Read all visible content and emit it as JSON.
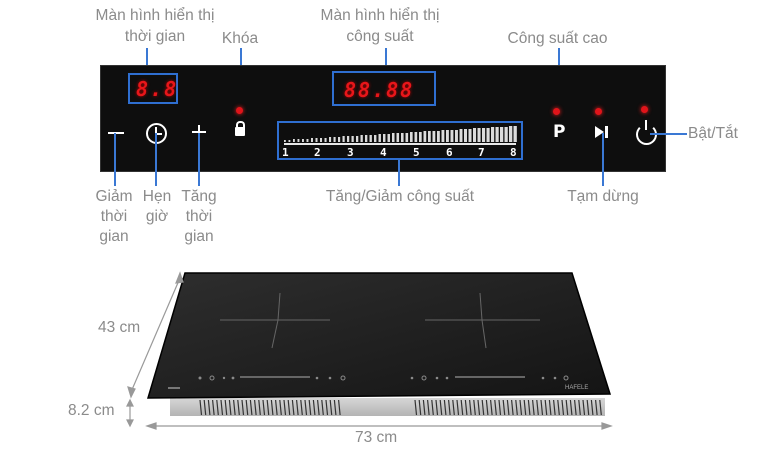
{
  "callouts": {
    "time_display": [
      "Màn hình hiển thị",
      "thời gian"
    ],
    "lock": "Khóa",
    "power_display": [
      "Màn hình hiển thị",
      "công suất"
    ],
    "boost": "Công suất cao",
    "on_off": "Bật/Tắt",
    "decrease_time": [
      "Giảm",
      "thời",
      "gian"
    ],
    "timer": [
      "Hẹn",
      "giờ"
    ],
    "increase_time": [
      "Tăng",
      "thời",
      "gian"
    ],
    "power_slider": "Tăng/Giảm công suất",
    "pause": "Tạm dừng"
  },
  "panel": {
    "time_digits": "8.8",
    "power_digits": "88.88",
    "slider_scale": [
      "1",
      "2",
      "3",
      "4",
      "5",
      "6",
      "7",
      "8"
    ],
    "icons": {
      "minus": "minus-icon",
      "timer": "clock-icon",
      "plus": "plus-icon",
      "lock": "lock-icon",
      "boost": "p-boost-icon",
      "pause": "play-pause-icon",
      "power": "power-icon"
    },
    "colors": {
      "panel_bg": "#0e0e0e",
      "led": "#e0141a",
      "highlight": "#2f6fd1",
      "text": "#8b8b8b"
    }
  },
  "dimensions": {
    "depth": "43 cm",
    "height": "8.2 cm",
    "width": "73 cm"
  },
  "product": {
    "brand_mark": "HAFELE"
  }
}
